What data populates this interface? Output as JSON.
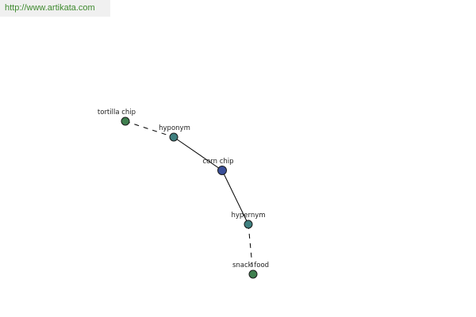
{
  "watermark": {
    "url": "http://www.artikata.com",
    "color": "#3f8a2f"
  },
  "graph": {
    "nodes": {
      "tortilla_chip": {
        "label": "tortilla chip",
        "role": "term",
        "color": "#3f7f4f",
        "icon": "circle-node-icon"
      },
      "hyponym": {
        "label": "hyponym",
        "role": "relation",
        "color": "#3f8080",
        "icon": "circle-node-icon"
      },
      "corn_chip": {
        "label": "corn chip",
        "role": "center",
        "color": "#3a4f99",
        "icon": "circle-node-icon"
      },
      "hypernym": {
        "label": "hypernym",
        "role": "relation",
        "color": "#3f8080",
        "icon": "circle-node-icon"
      },
      "snack_food": {
        "label": "snack food",
        "role": "term",
        "color": "#3f7f4f",
        "icon": "circle-node-icon"
      }
    },
    "edges": [
      {
        "from": "tortilla_chip",
        "to": "hyponym",
        "style": "dashed"
      },
      {
        "from": "hyponym",
        "to": "corn_chip",
        "style": "solid"
      },
      {
        "from": "corn_chip",
        "to": "hypernym",
        "style": "solid"
      },
      {
        "from": "hypernym",
        "to": "snack_food",
        "style": "dashed"
      }
    ]
  }
}
